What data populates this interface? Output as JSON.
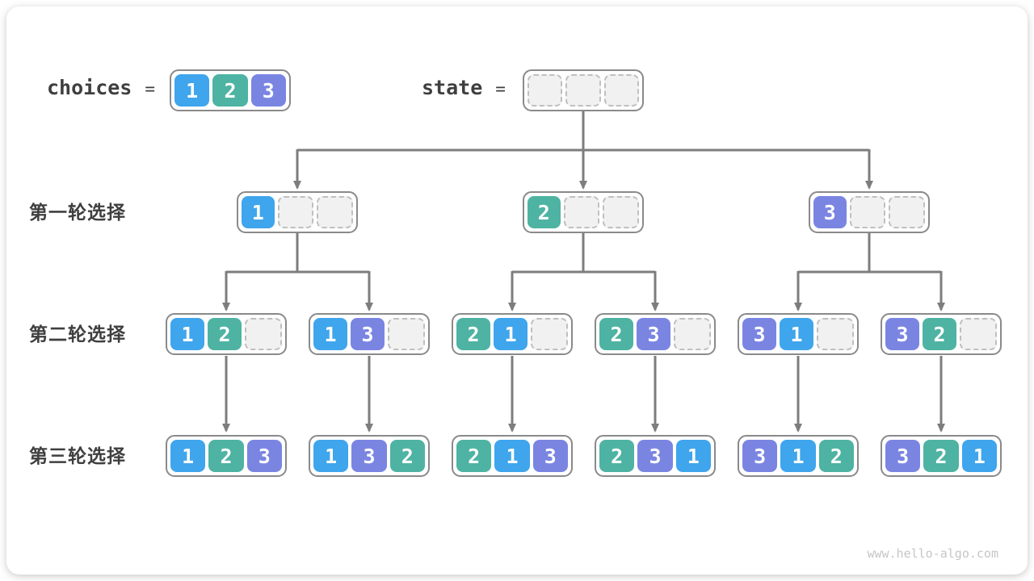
{
  "page": {
    "watermark": "www.hello-algo.com"
  },
  "legend": {
    "choices_label": "choices",
    "state_label": "state",
    "equals": "=",
    "choices_values": [
      1,
      2,
      3
    ],
    "state_values": [
      null,
      null,
      null
    ]
  },
  "tree": {
    "rows": [
      {
        "label": "第一轮选择",
        "nodes": [
          [
            1,
            null,
            null
          ],
          [
            2,
            null,
            null
          ],
          [
            3,
            null,
            null
          ]
        ]
      },
      {
        "label": "第二轮选择",
        "nodes": [
          [
            1,
            2,
            null
          ],
          [
            1,
            3,
            null
          ],
          [
            2,
            1,
            null
          ],
          [
            2,
            3,
            null
          ],
          [
            3,
            1,
            null
          ],
          [
            3,
            2,
            null
          ]
        ]
      },
      {
        "label": "第三轮选择",
        "nodes": [
          [
            1,
            2,
            3
          ],
          [
            1,
            3,
            2
          ],
          [
            2,
            1,
            3
          ],
          [
            2,
            3,
            1
          ],
          [
            3,
            1,
            2
          ],
          [
            3,
            2,
            1
          ]
        ]
      }
    ]
  },
  "colors": {
    "value_1": "#3fa5ec",
    "value_2": "#4eb3a3",
    "value_3": "#7a85e2",
    "arrow": "#7d7d7d",
    "node_border": "#8a8a8a",
    "empty_fill": "#f1f1f1",
    "empty_border": "#bfbfbf",
    "text": "#3f3f3f",
    "watermark": "#c6c6c6"
  }
}
